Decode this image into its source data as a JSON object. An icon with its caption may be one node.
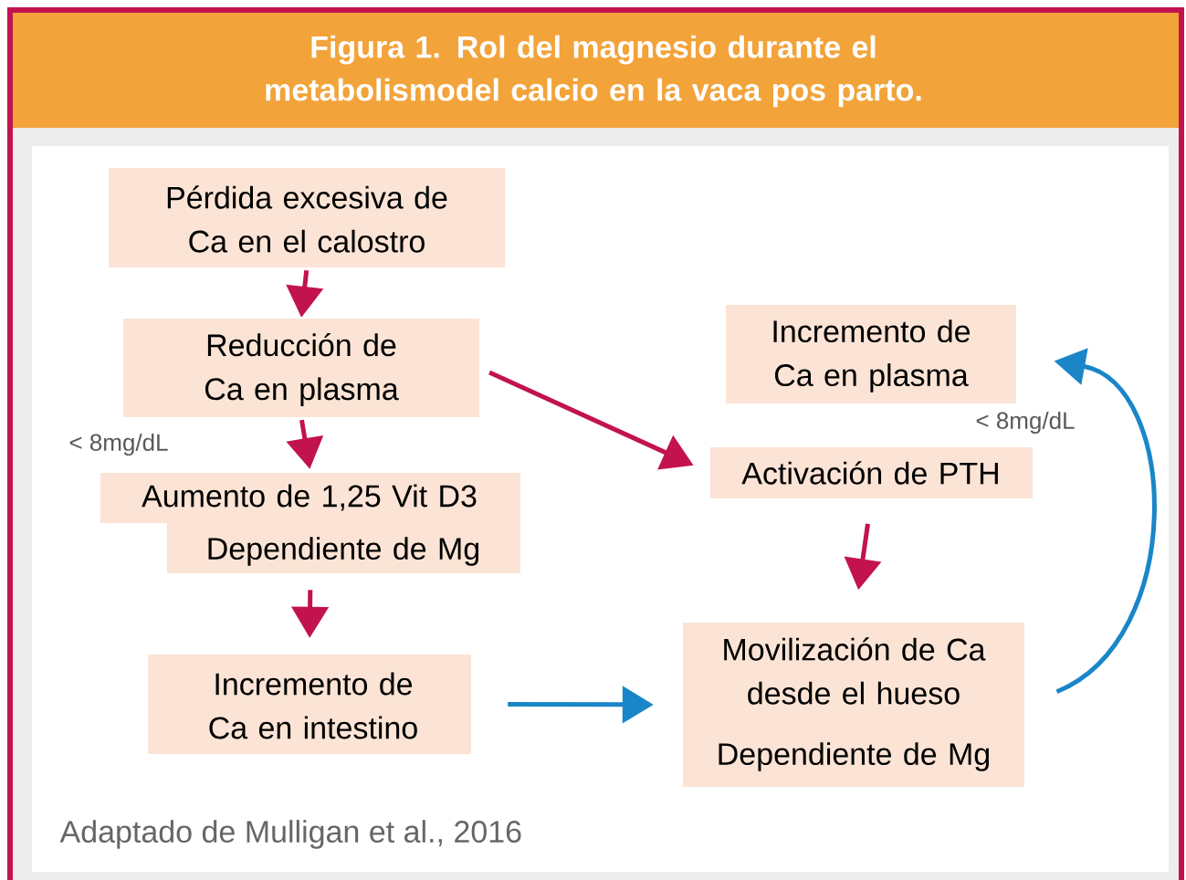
{
  "diagram": {
    "title": "Figura 1. Rol del magnesio durante el metabolismodel calcio en la vaca pos parto.",
    "caption": "Adaptado de Mulligan et al., 2016",
    "nodes": [
      {
        "text": [
          "Pérdida excesiva de Ca en el calostro"
        ]
      },
      {
        "text": [
          "Reducción de Ca en plasma"
        ]
      },
      {
        "text": [
          "Aumento de 1,25 Vit D3",
          "Dependiente de Mg"
        ]
      },
      {
        "text": [
          "Incremento de Ca en intestino"
        ]
      },
      {
        "text": [
          "Incremento de Ca en plasma"
        ]
      },
      {
        "text": [
          "Activación de PTH"
        ]
      },
      {
        "text": [
          "Movilización de Ca desde el hueso",
          "Dependiente de Mg"
        ]
      }
    ],
    "edges": [
      {
        "from": 0,
        "to": 1,
        "arrow": "to"
      },
      {
        "from": 1,
        "to": 2,
        "arrow": "to"
      },
      {
        "from": 2,
        "to": 3,
        "arrow": "to"
      },
      {
        "from": 1,
        "to": 5,
        "arrow": "to"
      },
      {
        "from": 5,
        "to": 6,
        "arrow": "to"
      },
      {
        "from": 3,
        "to": 6,
        "arrow": "to",
        "color": "#1a86c8"
      },
      {
        "from": 6,
        "to": 4,
        "arrow": "to",
        "color": "#1a86c8"
      }
    ],
    "labels": [
      "< 8mg/dL",
      "< 8mg/dL"
    ]
  }
}
